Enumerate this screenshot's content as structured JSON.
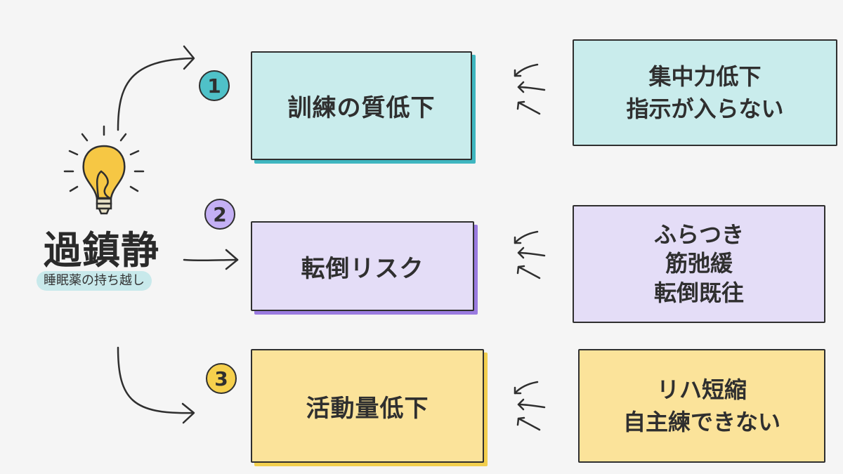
{
  "center": {
    "title": "過鎮静",
    "subtitle": "睡眠薬の持ち越し"
  },
  "items": [
    {
      "number": "1",
      "label": "訓練の質低下",
      "details": [
        "集中力低下",
        "指示が入らない"
      ],
      "color": "#c9ecec",
      "shadow": "#3fb6c0"
    },
    {
      "number": "2",
      "label": "転倒リスク",
      "details": [
        "ふらつき",
        "筋弛緩",
        "転倒既往"
      ],
      "color": "#e4ddf7",
      "shadow": "#9a7be0"
    },
    {
      "number": "3",
      "label": "活動量低下",
      "details": [
        "リハ短縮",
        "自主練できない"
      ],
      "color": "#fbe39a",
      "shadow": "#f2cf4f"
    }
  ],
  "icons": {
    "lightbulb": "lightbulb-icon",
    "arrow": "arrow-icon"
  }
}
